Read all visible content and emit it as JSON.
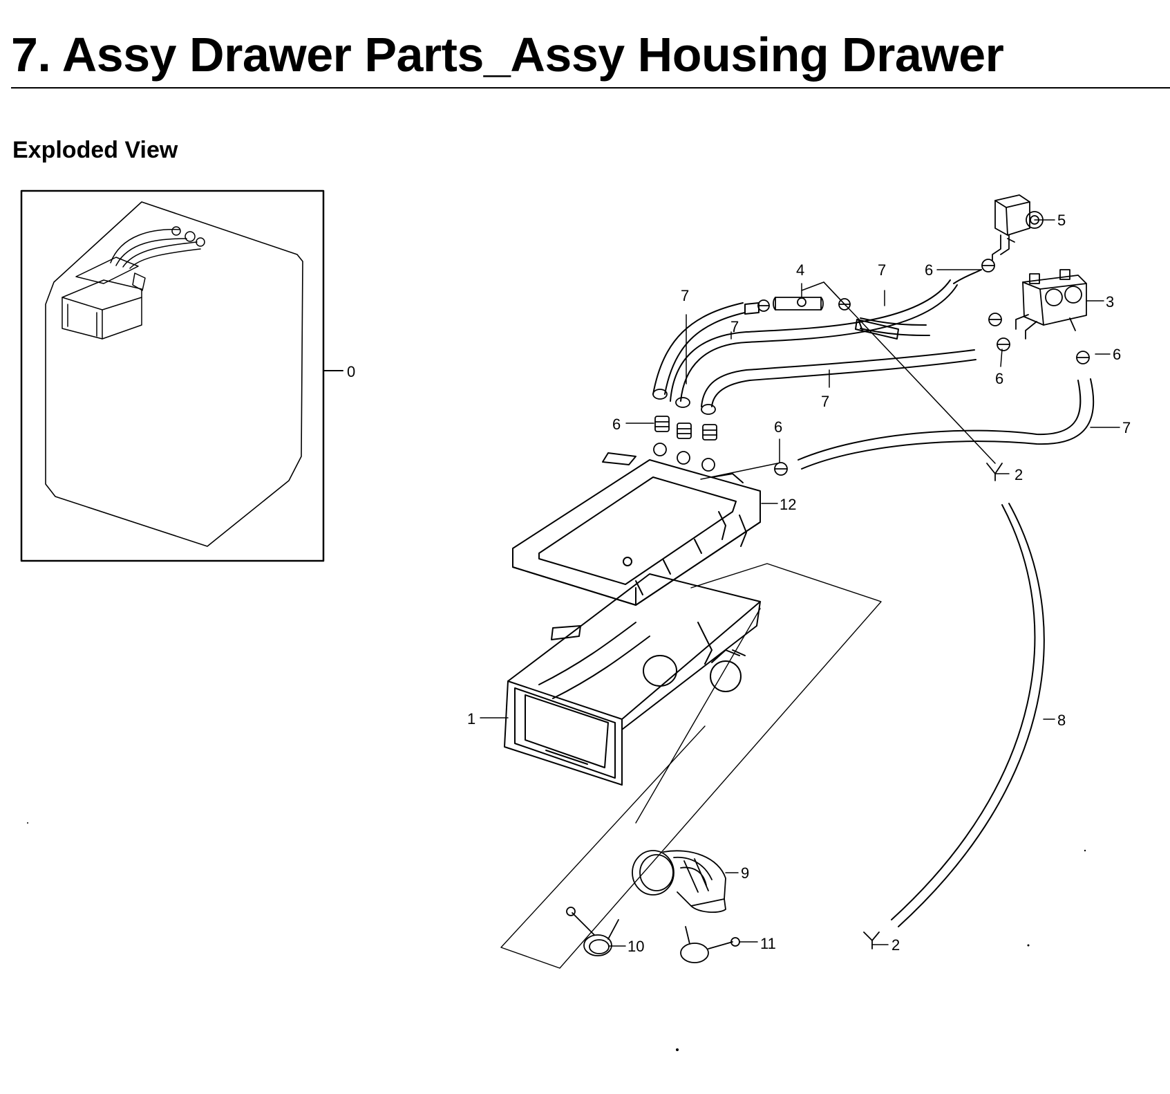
{
  "header": {
    "title": "7.  Assy Drawer Parts_Assy Housing Drawer",
    "section": "Exploded View"
  },
  "callouts": {
    "c0": "0",
    "c1": "1",
    "c2a": "2",
    "c2b": "2",
    "c3": "3",
    "c4": "4",
    "c5": "5",
    "c6a": "6",
    "c6b": "6",
    "c6c": "6",
    "c6d": "6",
    "c6e": "6",
    "c7a": "7",
    "c7b": "7",
    "c7c": "7",
    "c7d": "7",
    "c7e": "7",
    "c8": "8",
    "c9": "9",
    "c10": "10",
    "c11": "11",
    "c12": "12"
  },
  "colors": {
    "ink": "#000000",
    "paper": "#ffffff"
  }
}
